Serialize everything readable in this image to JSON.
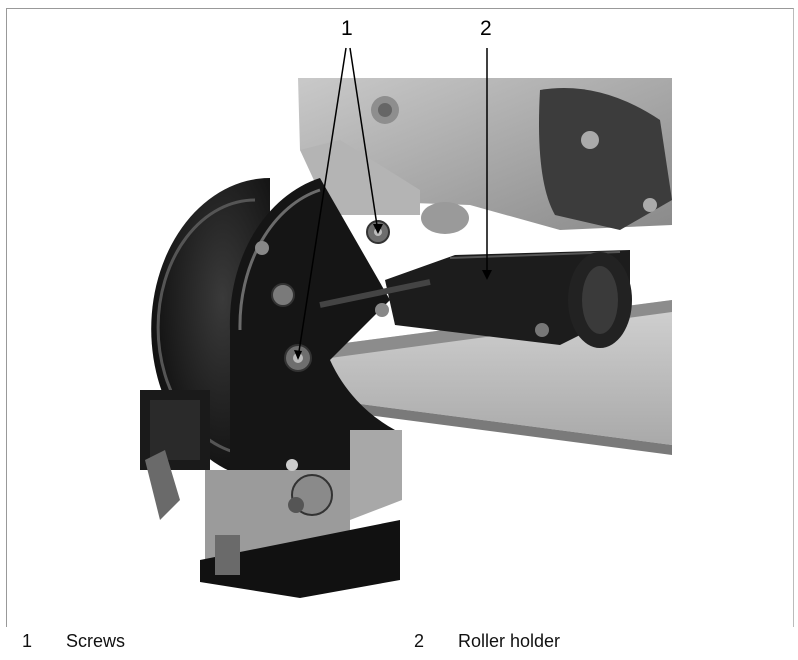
{
  "figure": {
    "callouts": [
      "1",
      "2"
    ]
  },
  "legend": [
    {
      "number": "1",
      "label": "Screws"
    },
    {
      "number": "2",
      "label": "Roller holder"
    }
  ]
}
